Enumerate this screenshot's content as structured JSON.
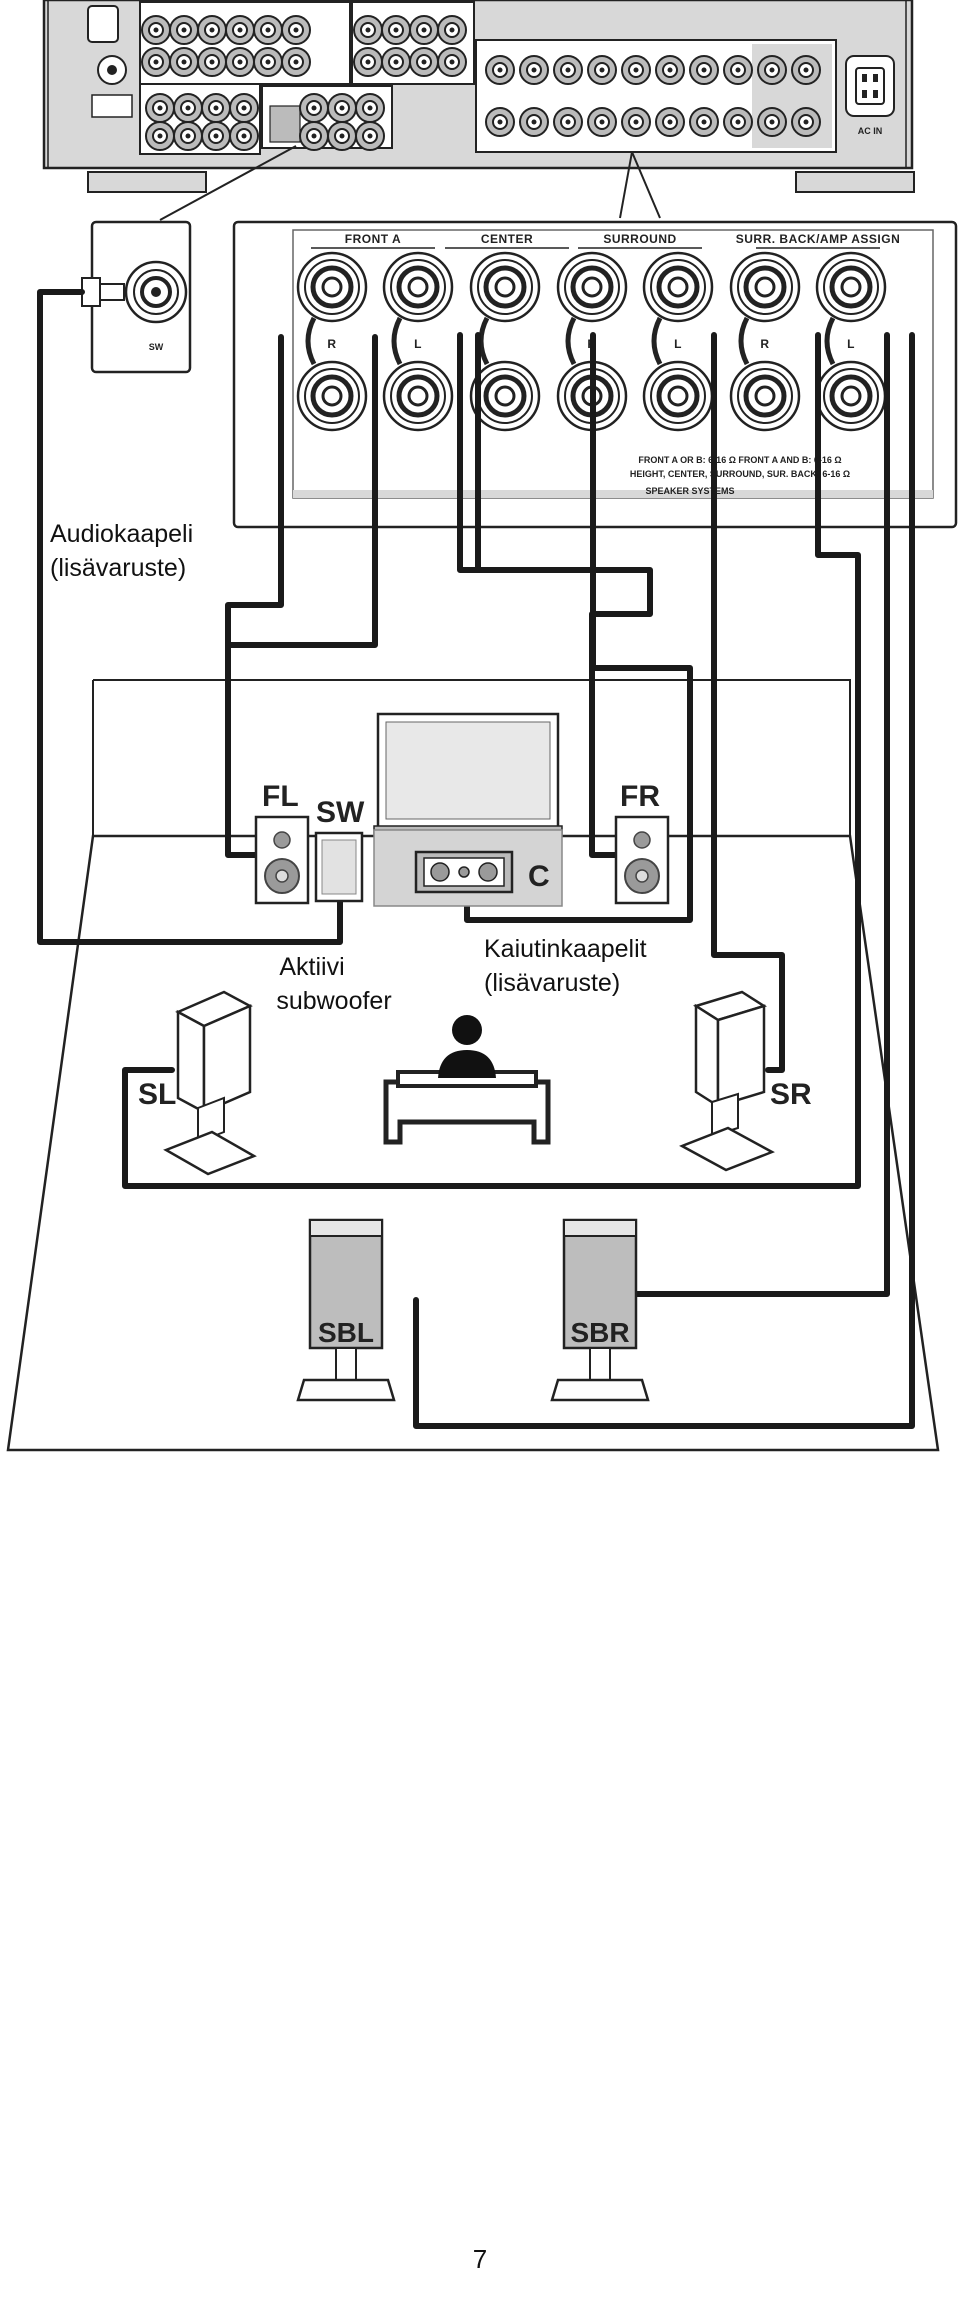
{
  "receiver_panel": {
    "sw_jack_label": "SW",
    "terminal_groups": [
      "FRONT A",
      "CENTER",
      "SURROUND",
      "SURR. BACK/AMP ASSIGN"
    ],
    "channel_markers": [
      "R",
      "L",
      "R",
      "L",
      "R",
      "L"
    ],
    "impedance_note_1": "FRONT A OR B: 6-16 Ω    FRONT A AND B: 6-16 Ω",
    "impedance_note_2": "HEIGHT, CENTER, SURROUND, SUR. BACK: 6-16 Ω",
    "speaker_systems_label": "SPEAKER SYSTEMS",
    "ac_in_label": "AC IN"
  },
  "captions": {
    "audio_cable_line1": "Audiokaapeli",
    "audio_cable_line2": "(lisävaruste)",
    "active_sub_line1": "Aktiivi",
    "active_sub_line2": "subwoofer",
    "speaker_cable_line1": "Kaiutinkaapelit",
    "speaker_cable_line2": "(lisävaruste)"
  },
  "speakers": {
    "fl": "FL",
    "sw": "SW",
    "fr": "FR",
    "c": "C",
    "sl": "SL",
    "sr": "SR",
    "sbl": "SBL",
    "sbr": "SBR"
  },
  "page_number": "7",
  "colors": {
    "panel_gray": "#d8d8d8",
    "speaker_gray": "#bdbdbd",
    "cable": "#1a1a1a"
  }
}
